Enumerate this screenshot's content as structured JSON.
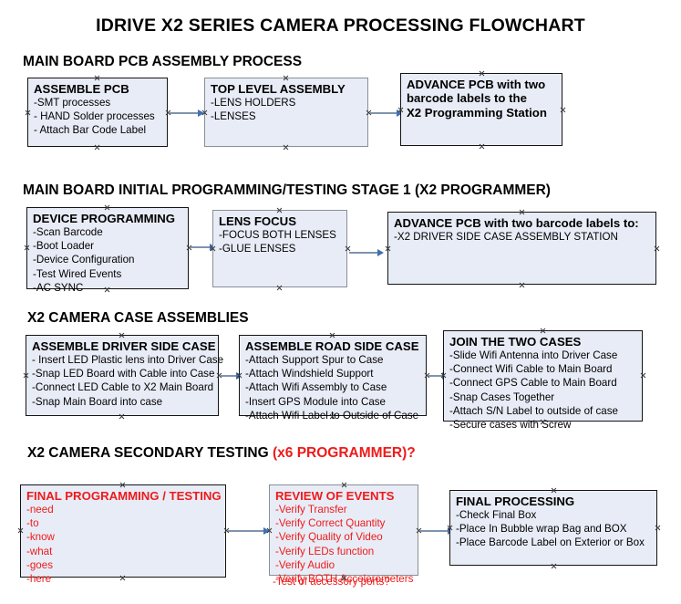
{
  "document": {
    "title": "IDRIVE X2  SERIES CAMERA PROCESSING FLOWCHART",
    "accent_red": "#ee1b1b",
    "box_fill": "#e8ecf6",
    "arrow_color": "#7f94ad"
  },
  "sections": [
    {
      "id": "main-board-pcb-assembly-process",
      "heading": "MAIN BOARD PCB ASSEMBLY PROCESS",
      "heading_accent": "",
      "boxes": [
        {
          "id": "assemble-pcb",
          "title": "ASSEMBLE PCB",
          "lines": [
            "-SMT processes",
            "- HAND Solder processes",
            "- Attach Bar Code Label"
          ],
          "color": "black"
        },
        {
          "id": "top-level-assembly",
          "title": "TOP LEVEL ASSEMBLY",
          "lines": [
            "-LENS HOLDERS",
            "-LENSES"
          ],
          "color": "black"
        },
        {
          "id": "advance-pcb-to-programming-station",
          "title": "ADVANCE PCB with two",
          "lines": [
            "barcode labels to the",
            " X2 Programming Station"
          ],
          "color": "black"
        }
      ]
    },
    {
      "id": "main-board-initial-programming-testing-stage-1",
      "heading": "MAIN BOARD INITIAL PROGRAMMING/TESTING STAGE 1 (X2 PROGRAMMER)",
      "heading_accent": "",
      "boxes": [
        {
          "id": "device-programming",
          "title": "DEVICE PROGRAMMING",
          "lines": [
            "-Scan Barcode",
            "-Boot Loader",
            "-Device Configuration",
            "-Test Wired Events",
            "-AC SYNC"
          ],
          "color": "black"
        },
        {
          "id": "lens-focus",
          "title": "LENS FOCUS",
          "lines": [
            "-FOCUS BOTH LENSES",
            "-GLUE LENSES"
          ],
          "color": "black"
        },
        {
          "id": "advance-pcb-to-driver-side-case-station",
          "title": "ADVANCE PCB with two barcode labels to:",
          "lines": [
            "-X2 DRIVER  SIDE  CASE  ASSEMBLY STATION"
          ],
          "color": "black"
        }
      ]
    },
    {
      "id": "x2-camera-case-assemblies",
      "heading": "X2 CAMERA CASE ASSEMBLIES",
      "heading_accent": "",
      "boxes": [
        {
          "id": "assemble-driver-side-case",
          "title": "ASSEMBLE DRIVER SIDE CASE",
          "lines": [
            "- Insert LED Plastic lens into Driver Case",
            "-Snap LED Board with Cable into Case",
            "-Connect LED Cable to X2 Main Board",
            "-Snap Main Board into case"
          ],
          "color": "black"
        },
        {
          "id": "assemble-road-side-case",
          "title": "ASSEMBLE ROAD SIDE CASE",
          "lines": [
            "-Attach Support Spur to Case",
            "-Attach Windshield Support",
            "-Attach Wifi Assembly to Case",
            "-Insert GPS Module into Case",
            "-Attach Wifi Label to Outside of Case"
          ],
          "color": "black"
        },
        {
          "id": "join-the-two-cases",
          "title": "JOIN THE TWO CASES",
          "lines": [
            "-Slide Wifi Antenna into Driver Case",
            "-Connect Wifi Cable to Main Board",
            "-Connect GPS Cable to Main Board",
            "-Snap Cases Together",
            "-Attach S/N Label to outside of case",
            "-Secure cases with Screw"
          ],
          "color": "black"
        }
      ]
    },
    {
      "id": "x2-camera-secondary-testing",
      "heading": "X2 CAMERA SECONDARY TESTING ",
      "heading_accent": "(x6 PROGRAMMER)?",
      "boxes": [
        {
          "id": "final-programming-testing",
          "title": "FINAL PROGRAMMING / TESTING",
          "lines": [
            "-need",
            "-to",
            "-know",
            "-what",
            "-goes",
            "-here"
          ],
          "color": "red"
        },
        {
          "id": "review-of-events",
          "title": "REVIEW OF EVENTS",
          "lines": [
            "-Verify Transfer",
            "-Verify Correct Quantity",
            "-Verify Quality of Video",
            "-Verify LEDs function",
            "-Verify Audio",
            "-Verify BOTH Accelerometers"
          ],
          "overflow_line": "-Test of accessory ports?",
          "color": "red"
        },
        {
          "id": "final-processing",
          "title": "FINAL PROCESSING",
          "lines": [
            " -Check Final Box",
            "-Place In Bubble wrap Bag and BOX",
            "-Place Barcode Label on Exterior or Box"
          ],
          "color": "black"
        }
      ]
    }
  ]
}
